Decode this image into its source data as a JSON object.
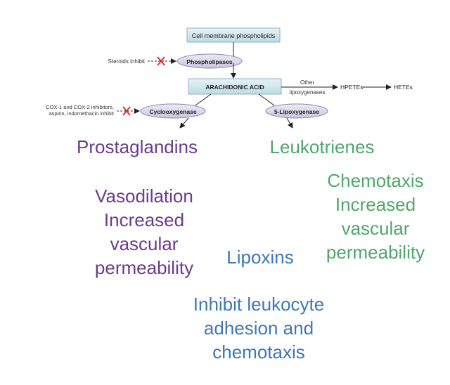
{
  "diagram": {
    "membrane": "Cell membrane phospholipids",
    "phospholipases": "Phospholipases",
    "steroids": "Steroids inhibit",
    "arachidonic": "ARACHIDONIC ACID",
    "other_line1": "Other",
    "other_line2": "lipoxygenases",
    "hpetes": "HPETEs",
    "hetes": "HETEs",
    "cox_inhib_line1": "COX-1 and COX-2 inhibitors,",
    "cox_inhib_line2": "aspirin, indomethacin inhibit",
    "cyclooxygenase": "Cyclooxygenase",
    "lipoxygenase": "5-Lipoxygenase"
  },
  "outcomes": {
    "prostaglandins": "Prostaglandins",
    "leukotrienes": "Leukotrienes",
    "lipoxins": "Lipoxins",
    "prosta_effects": [
      "Vasodilation",
      "Increased",
      "vascular",
      "permeability"
    ],
    "leuko_effects": [
      "Chemotaxis",
      "Increased",
      "vascular",
      "permeability"
    ],
    "lipoxin_effects": [
      "Inhibit leukocyte",
      "adhesion and",
      "chemotaxis"
    ]
  },
  "colors": {
    "purple": "#6b3a8c",
    "green": "#4ea86a",
    "blue": "#3d78b8",
    "box_fill": "#cfe6ec",
    "ellipse_fill": "#d9d6ea",
    "inhibit_x": "#e0322e"
  }
}
